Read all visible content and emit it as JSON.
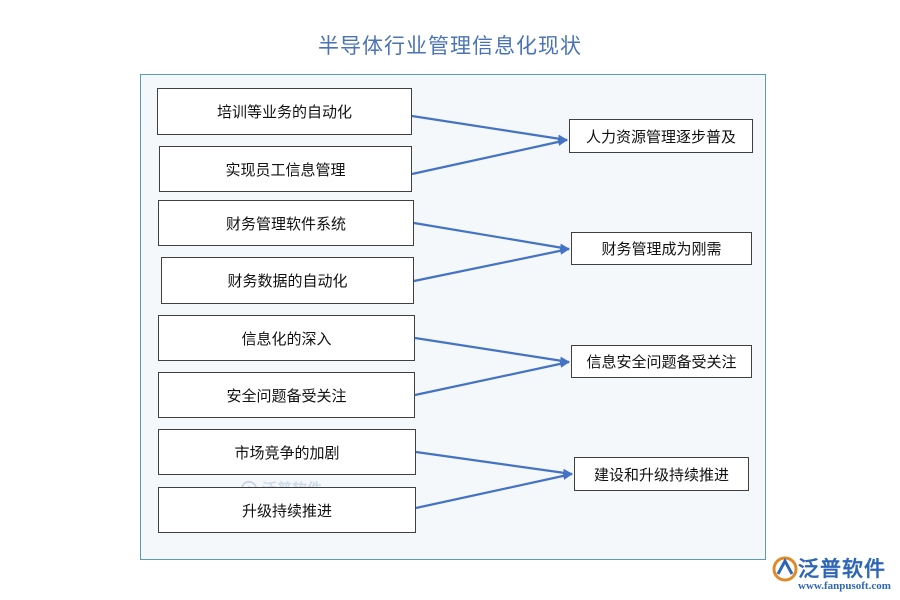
{
  "title": "半导体行业管理信息化现状",
  "groups": [
    {
      "sources": [
        "培训等业务的自动化",
        "实现员工信息管理"
      ],
      "target": "人力资源管理逐步普及"
    },
    {
      "sources": [
        "财务管理软件系统",
        "财务数据的自动化"
      ],
      "target": "财务管理成为刚需"
    },
    {
      "sources": [
        "信息化的深入",
        "安全问题备受关注"
      ],
      "target": "信息安全问题备受关注"
    },
    {
      "sources": [
        "市场竞争的加剧",
        "升级持续推进"
      ],
      "target": "建设和升级持续推进"
    }
  ],
  "watermark": "泛普软件",
  "logo": {
    "name": "泛普软件",
    "url": "www.fanpusoft.com"
  },
  "colors": {
    "title": "#4a73b7",
    "arrow": "#4472c4",
    "panel_border": "#5b9bb8",
    "logo": "#2f66b3"
  }
}
